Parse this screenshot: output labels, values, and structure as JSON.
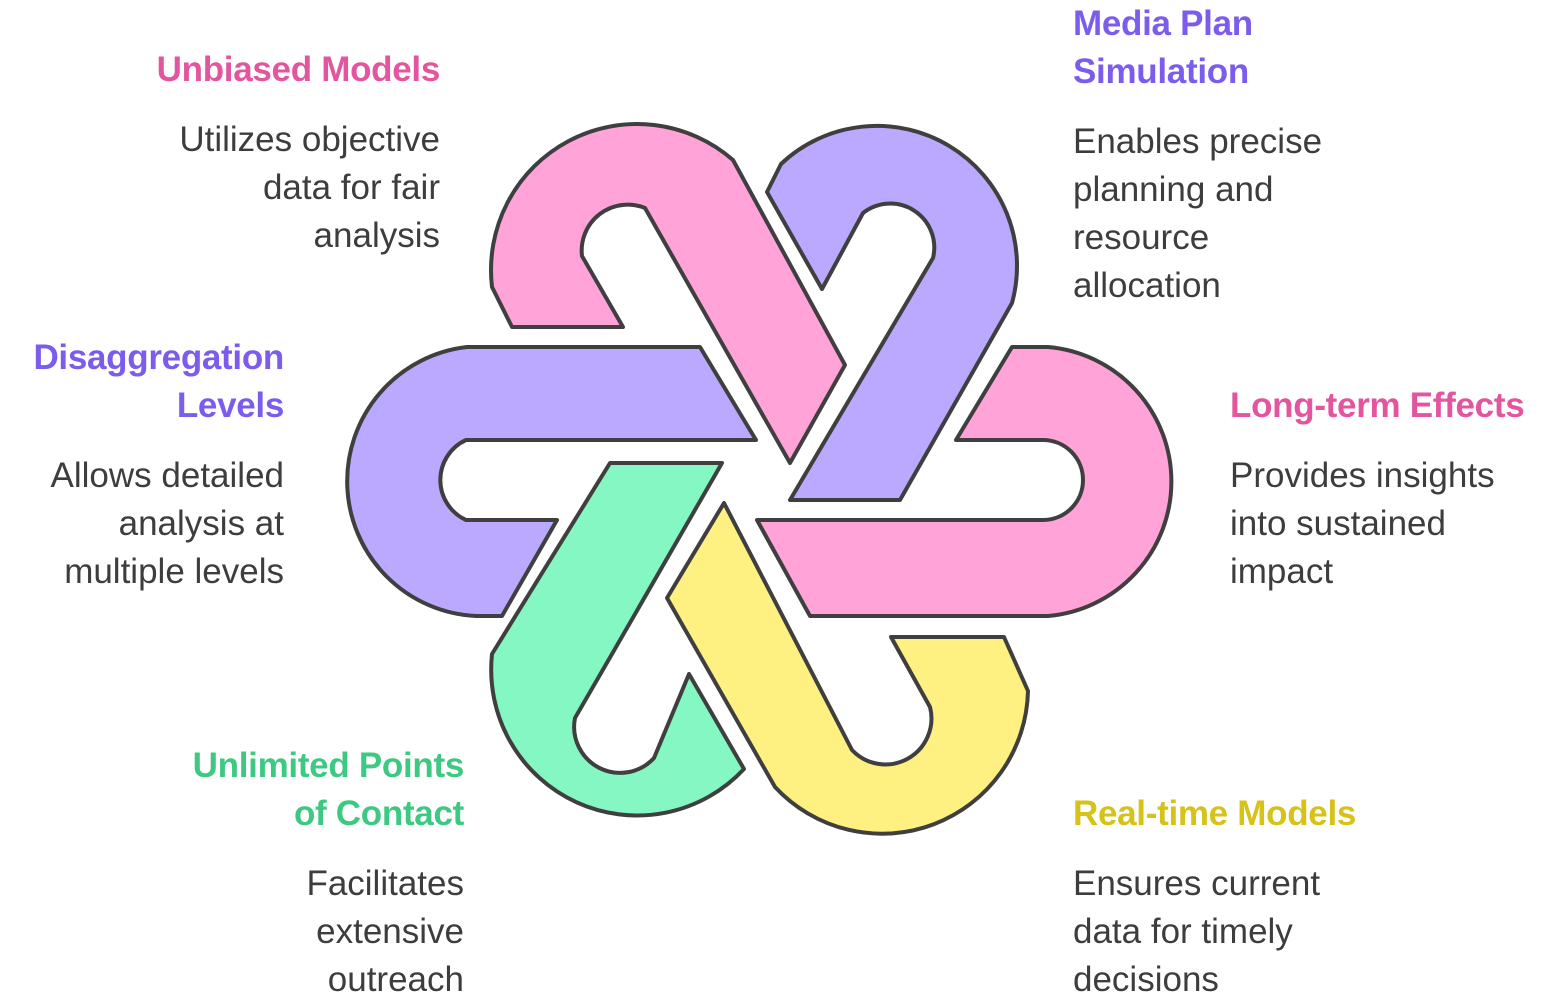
{
  "colors": {
    "pink_fill": "#ffa3d8",
    "purple_fill": "#bba9ff",
    "green_fill": "#84f7c2",
    "yellow_fill": "#fff082",
    "outline": "#3f3f3f",
    "pink_text": "#e3559e",
    "purple_text": "#7b5cec",
    "green_text": "#3ec983",
    "yellow_text": "#d6c219",
    "body_text": "#3d3d3d"
  },
  "items": {
    "unbiased_models": {
      "title": "Unbiased Models",
      "description": "Utilizes objective\ndata for fair\nanalysis"
    },
    "media_plan_simulation": {
      "title": "Media Plan\nSimulation",
      "description": "Enables precise\nplanning and\nresource\nallocation"
    },
    "disaggregation_levels": {
      "title": "Disaggregation\nLevels",
      "description": "Allows detailed\nanalysis at\nmultiple levels"
    },
    "long_term_effects": {
      "title": "Long-term Effects",
      "description": "Provides insights\ninto sustained\nimpact"
    },
    "unlimited_points_of_contact": {
      "title": "Unlimited Points\nof Contact",
      "description": "Facilitates\nextensive\noutreach"
    },
    "real_time_models": {
      "title": "Real-time Models",
      "description": "Ensures current\ndata for timely\ndecisions"
    }
  }
}
